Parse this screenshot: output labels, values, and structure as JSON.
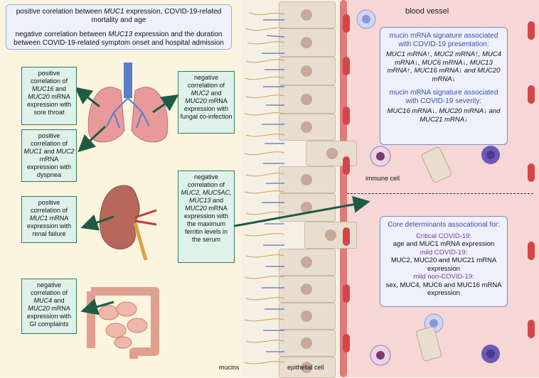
{
  "top_box": {
    "line1_prefix": "positive corelation between ",
    "line1_gene": "MUC1",
    "line1_suffix": " expression, COVID-19-related mortality and age",
    "line2_prefix": "negative correlation between ",
    "line2_gene": "MUC13",
    "line2_suffix": " expression and the duration between COVID-19-related symptom onset and hospital admission"
  },
  "lung_left_1": {
    "t1": "positive correlation of ",
    "g1": "MUC16",
    "t2": " and ",
    "g2": "MUC20",
    "t3": " mRNA expression with sore throat"
  },
  "lung_left_2": {
    "t1": "positive correlation of ",
    "g1": "MUC1",
    "t2": " and ",
    "g2": "MUC2",
    "t3": " mRNA expression with dyspnea"
  },
  "lung_right": {
    "t1": "negative correlation of ",
    "g1": "MUC2",
    "t2": " and ",
    "g2": "MUC20",
    "t3": " mRNA expression with fungal co-infection"
  },
  "kidney_box": {
    "t1": "positive correlation of ",
    "g1": "MUC1",
    "t2": " mRNA expression with renal failure"
  },
  "gut_box": {
    "t1": "negative correlation of ",
    "g1": "MUC4",
    "t2": " and ",
    "g2": "MUC20",
    "t3": " mRNA expression with GI complaints"
  },
  "ferritin_box": {
    "t1": "negative correlation of ",
    "g1": "MUC2,",
    "g2": "MUC5AC,",
    "g3": "MUC13",
    "t2": " and ",
    "g4": "MUC20",
    "t3": " mRNA expression with the maximum ferritin levels in the serum"
  },
  "signature_box": {
    "head1": "mucin mRNA signature associated with COVID-19 presentation:",
    "body1": "MUC1 mRNA↑, MUC2 mRNA↑, MUC4 mRNA↓, MUC6 mRNA↓, MUC13 mRNA↑, MUC16 mRNA↓ and MUC20 mRNA↓",
    "head2": "mucin mRNA signature associated with COVID-19 severity:",
    "body2": "MUC16 mRNA↓, MUC20 mRNA↓ and MUC21 mRNA↓"
  },
  "core_box": {
    "head": "Core determinants assocational for:",
    "crit_head": "Critical COVID-19:",
    "crit_body": "age and MUC1 mRNA expression",
    "mild_head": "mild COVID-19:",
    "mild_body": "MUC2, MUC20 and MUC21 mRNA expression",
    "non_head": "mild non-COVID-19:",
    "non_body": "sex, MUC4, MUC6 and MUC16 mRNA expression"
  },
  "labels": {
    "blood_vessel": "blood vessel",
    "immune_cell": "immune cell",
    "mucins": "mucins",
    "epithelial_cell": "epithelial cell"
  },
  "colors": {
    "green_border": "#2f7a5c",
    "blue_border": "#7a8bd0",
    "vessel": "#e07a7a"
  }
}
